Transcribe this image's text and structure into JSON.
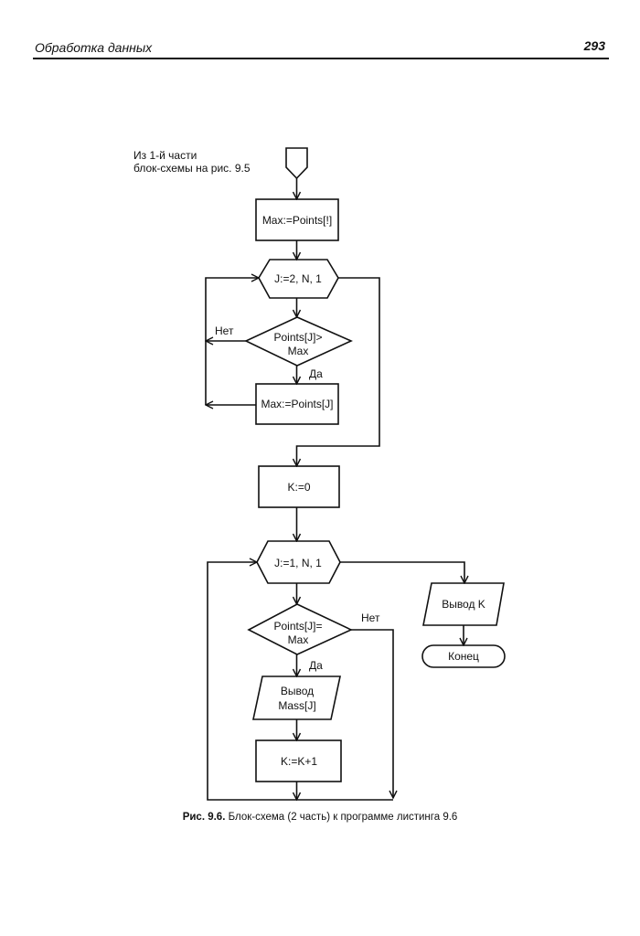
{
  "header": {
    "section_title": "Обработка данных",
    "page_number": "293"
  },
  "diagram": {
    "connector_note_line1": "Из 1-й части",
    "connector_note_line2": "блок-схемы на рис. 9.5",
    "blocks": {
      "max_init": "Max:=Points[!]",
      "loop1": "J:=2, N, 1",
      "cond1_line1": "Points[J]>",
      "cond1_line2": "Max",
      "max_assign": "Max:=Points[J]",
      "k_init": "K:=0",
      "loop2": "J:=1, N, 1",
      "cond2_line1": "Points[J]=",
      "cond2_line2": "Max",
      "output_mass_line1": "Вывод",
      "output_mass_line2": "Mass[J]",
      "k_inc": "K:=K+1",
      "output_k": "Вывод K",
      "end": "Конец"
    },
    "labels": {
      "no1": "Нет",
      "yes1": "Да",
      "no2": "Нет",
      "yes2": "Да"
    }
  },
  "caption": {
    "prefix": "Рис. 9.6.",
    "text": " Блок-схема (2 часть) к программе листинга 9.6"
  }
}
